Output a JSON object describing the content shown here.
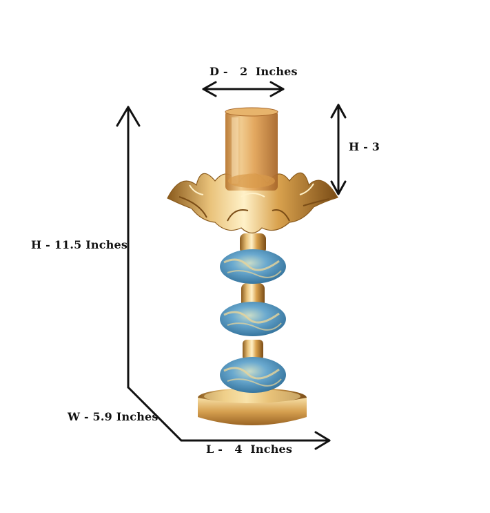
{
  "image": {
    "subject": "candle-holder",
    "colors": {
      "gold": "#c8953a",
      "gold_light": "#f3d79a",
      "gold_dark": "#8a5a1c",
      "glass": "#d99a4a",
      "ceramic_blue": "#5b9cc4",
      "ceramic_cream": "#e6d39a",
      "arrow": "#111111"
    }
  },
  "dimensions": {
    "diameter": "D -   2  Inches",
    "shade_height": "H - 3",
    "total_height": "H - 11.5 Inches",
    "width": "W - 5.9 Inches",
    "length": "L -   4  Inches"
  }
}
